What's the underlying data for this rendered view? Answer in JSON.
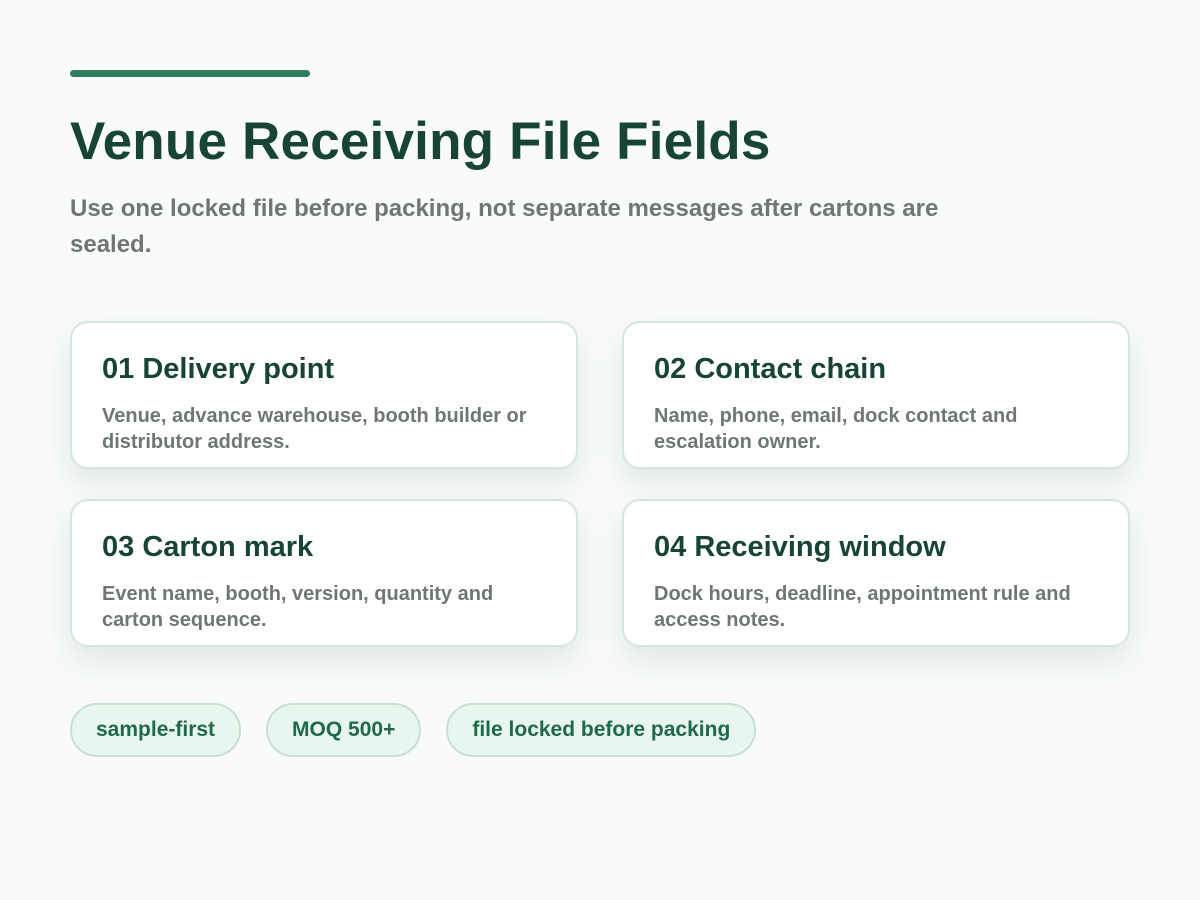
{
  "header": {
    "title": "Venue Receiving File Fields",
    "subtitle": "Use one locked file before packing, not separate messages after cartons are sealed."
  },
  "cards": [
    {
      "title": "01 Delivery point",
      "description": "Venue, advance warehouse, booth builder or distributor address."
    },
    {
      "title": "02 Contact chain",
      "description": "Name, phone, email, dock contact and escalation owner."
    },
    {
      "title": "03 Carton mark",
      "description": "Event name, booth, version, quantity and carton sequence."
    },
    {
      "title": "04 Receiving window",
      "description": "Dock hours, deadline, appointment rule and access notes."
    }
  ],
  "tags": [
    {
      "label": "sample-first"
    },
    {
      "label": "MOQ 500+"
    },
    {
      "label": "file locked before packing"
    }
  ],
  "colors": {
    "accent": "#2f7d5c",
    "heading": "#174433",
    "muted_text": "#6e7773",
    "background": "#f8fbf9",
    "tag_background": "#e9f5ef",
    "tag_text": "#1f6a4b"
  }
}
